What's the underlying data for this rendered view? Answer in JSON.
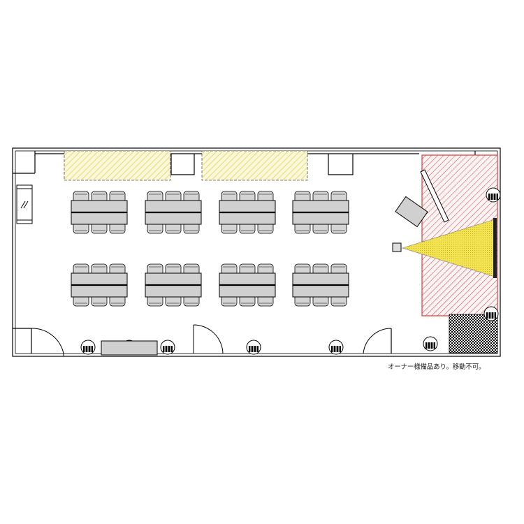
{
  "floor_plan": {
    "note": "オーナー様備品あり。移動不可。",
    "table_rows": 2,
    "tables_per_row": 4,
    "chairs_per_table_side": 3,
    "colors": {
      "wall": "#000000",
      "table_fill": "#d0d0d0",
      "chair_fill": "#d4d4d4",
      "hatch_yellow": "#e8df8a",
      "hatch_red": "#d83a3a",
      "projection": "#f3e350",
      "checker_dark": "#000000"
    },
    "icons": [
      "chair-icon",
      "table-icon",
      "projector-icon",
      "screen-icon",
      "door-icon",
      "outlet-icon",
      "window-icon"
    ]
  }
}
